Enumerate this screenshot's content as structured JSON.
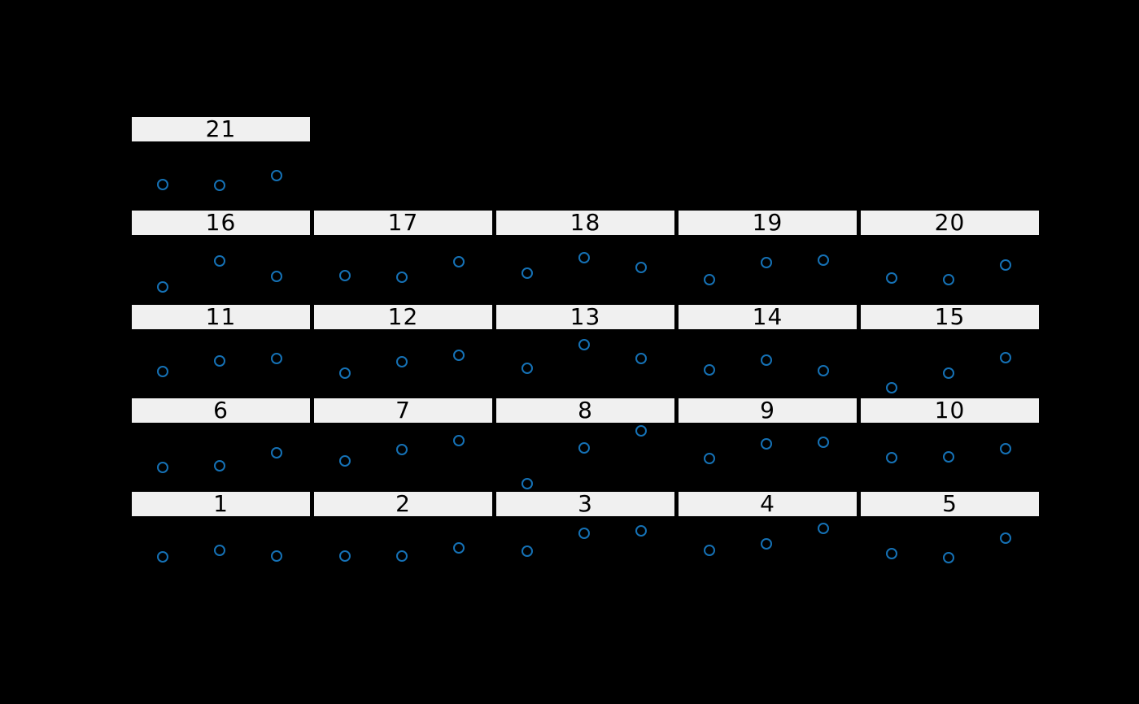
{
  "figure": {
    "background_color": "#000000",
    "strip_fill_color": "#f0f0f0",
    "strip_border_color": "#000000",
    "strip_text_color": "#000000",
    "point_color": "#1571b5"
  },
  "chart_data": {
    "type": "scatter",
    "layout": {
      "ncols": 5,
      "nrows": 5,
      "panel_order": "bottom-left to top-right (lattice style)",
      "strips": "gray numbered strip above each panel",
      "axes_visible": false,
      "grid": false,
      "marker": "open-circle"
    },
    "x": [
      1,
      2,
      3
    ],
    "x_positions_frac": [
      0.18,
      0.495,
      0.81
    ],
    "ylim": [
      0,
      1
    ],
    "panels": [
      {
        "label": "1",
        "x": [
          1,
          2,
          3
        ],
        "y": [
          0.41,
          0.51,
          0.42
        ]
      },
      {
        "label": "2",
        "x": [
          1,
          2,
          3
        ],
        "y": [
          0.42,
          0.42,
          0.54
        ]
      },
      {
        "label": "3",
        "x": [
          1,
          2,
          3
        ],
        "y": [
          0.49,
          0.77,
          0.8
        ]
      },
      {
        "label": "4",
        "x": [
          1,
          2,
          3
        ],
        "y": [
          0.51,
          0.6,
          0.84
        ]
      },
      {
        "label": "5",
        "x": [
          1,
          2,
          3
        ],
        "y": [
          0.46,
          0.4,
          0.69
        ]
      },
      {
        "label": "6",
        "x": [
          1,
          2,
          3
        ],
        "y": [
          0.35,
          0.37,
          0.57
        ]
      },
      {
        "label": "7",
        "x": [
          1,
          2,
          3
        ],
        "y": [
          0.44,
          0.62,
          0.75
        ]
      },
      {
        "label": "8",
        "x": [
          1,
          2,
          3
        ],
        "y": [
          0.1,
          0.64,
          0.9
        ]
      },
      {
        "label": "9",
        "x": [
          1,
          2,
          3
        ],
        "y": [
          0.48,
          0.7,
          0.73
        ]
      },
      {
        "label": "10",
        "x": [
          1,
          2,
          3
        ],
        "y": [
          0.49,
          0.51,
          0.63
        ]
      },
      {
        "label": "11",
        "x": [
          1,
          2,
          3
        ],
        "y": [
          0.38,
          0.54,
          0.58
        ]
      },
      {
        "label": "12",
        "x": [
          1,
          2,
          3
        ],
        "y": [
          0.36,
          0.53,
          0.63
        ]
      },
      {
        "label": "13",
        "x": [
          1,
          2,
          3
        ],
        "y": [
          0.43,
          0.79,
          0.58
        ]
      },
      {
        "label": "14",
        "x": [
          1,
          2,
          3
        ],
        "y": [
          0.41,
          0.56,
          0.4
        ]
      },
      {
        "label": "15",
        "x": [
          1,
          2,
          3
        ],
        "y": [
          0.14,
          0.36,
          0.59
        ]
      },
      {
        "label": "16",
        "x": [
          1,
          2,
          3
        ],
        "y": [
          0.24,
          0.63,
          0.4
        ]
      },
      {
        "label": "17",
        "x": [
          1,
          2,
          3
        ],
        "y": [
          0.41,
          0.39,
          0.62
        ]
      },
      {
        "label": "18",
        "x": [
          1,
          2,
          3
        ],
        "y": [
          0.45,
          0.68,
          0.54
        ]
      },
      {
        "label": "19",
        "x": [
          1,
          2,
          3
        ],
        "y": [
          0.35,
          0.61,
          0.65
        ]
      },
      {
        "label": "20",
        "x": [
          1,
          2,
          3
        ],
        "y": [
          0.38,
          0.35,
          0.57
        ]
      },
      {
        "label": "21",
        "x": [
          1,
          2,
          3
        ],
        "y": [
          0.37,
          0.36,
          0.51
        ]
      }
    ]
  }
}
